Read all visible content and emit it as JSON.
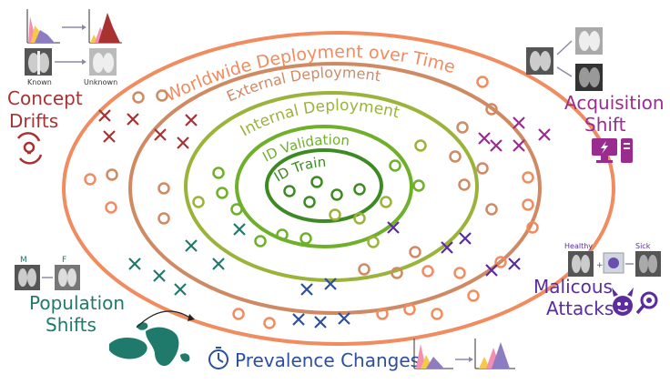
{
  "rings": {
    "worldwide": "Worldwide Deployment over Time",
    "external": "External Deployment",
    "internal": "Internal Deployment",
    "validation": "ID Validation",
    "train": "ID Train"
  },
  "concept_drift": {
    "title_line1": "Concept",
    "title_line2": "Drifts",
    "known_label": "Known",
    "unknown_label": "Unknown",
    "color": "#a83232"
  },
  "acquisition_shift": {
    "title_line1": "Acquisition",
    "title_line2": "Shift",
    "color": "#9b2c8f"
  },
  "population_shift": {
    "title_line1": "Population",
    "title_line2": "Shifts",
    "male_label": "M",
    "female_label": "F",
    "color": "#1f7a6b"
  },
  "malicious_attacks": {
    "title_line1": "Malicous",
    "title_line2": "Attacks",
    "healthy_label": "Healthy",
    "sick_label": "Sick",
    "color": "#5a2ca0"
  },
  "prevalence_changes": {
    "title": "Prevalence Changes",
    "color": "#2c4f9e"
  },
  "colors": {
    "worldwide": "#f08c5f",
    "external": "#d08a63",
    "internal": "#9bb33a",
    "validation": "#6fb02a",
    "train": "#3d8a22"
  }
}
